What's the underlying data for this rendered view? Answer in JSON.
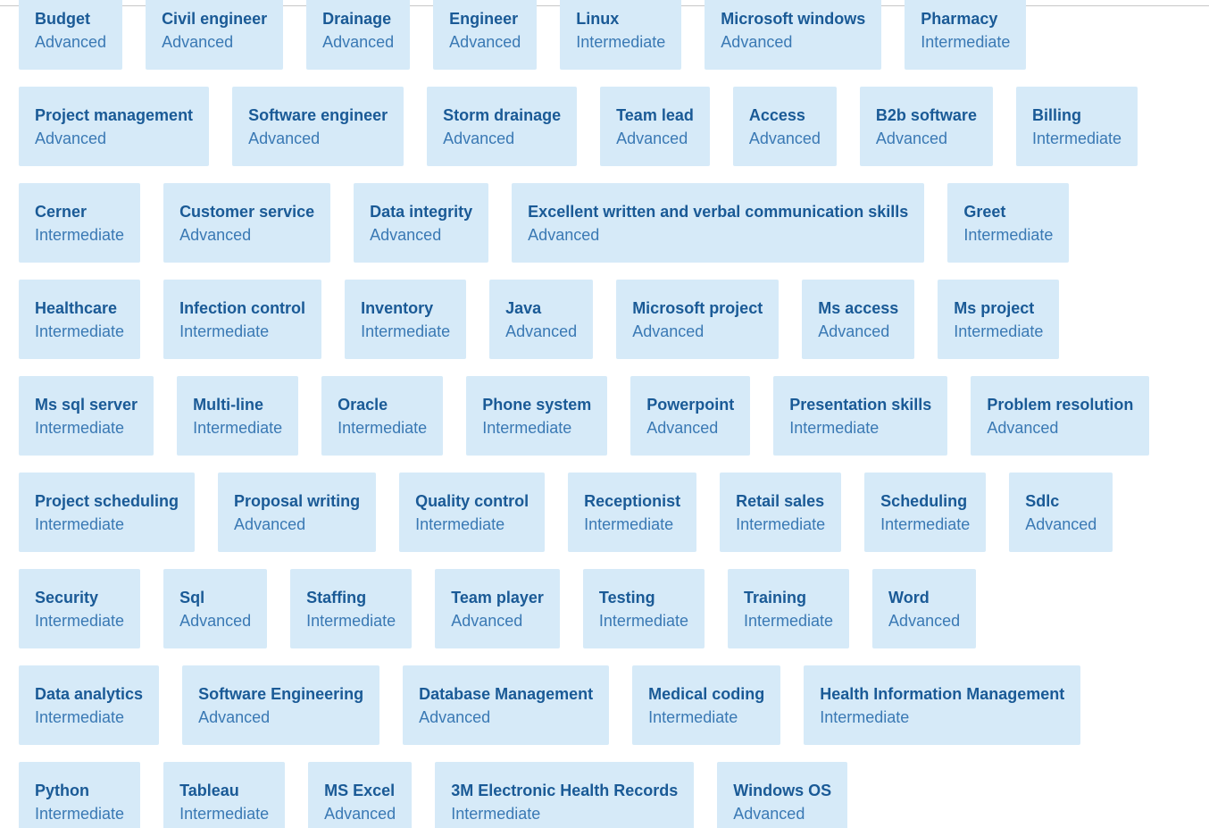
{
  "skills": [
    [
      {
        "name": "Budget",
        "level": "Advanced"
      },
      {
        "name": "Civil engineer",
        "level": "Advanced"
      },
      {
        "name": "Drainage",
        "level": "Advanced"
      },
      {
        "name": "Engineer",
        "level": "Advanced"
      },
      {
        "name": "Linux",
        "level": "Intermediate"
      },
      {
        "name": "Microsoft windows",
        "level": "Advanced"
      },
      {
        "name": "Pharmacy",
        "level": "Intermediate"
      }
    ],
    [
      {
        "name": "Project management",
        "level": "Advanced"
      },
      {
        "name": "Software engineer",
        "level": "Advanced"
      },
      {
        "name": "Storm drainage",
        "level": "Advanced"
      },
      {
        "name": "Team lead",
        "level": "Advanced"
      },
      {
        "name": "Access",
        "level": "Advanced"
      },
      {
        "name": "B2b software",
        "level": "Advanced"
      },
      {
        "name": "Billing",
        "level": "Intermediate"
      }
    ],
    [
      {
        "name": "Cerner",
        "level": "Intermediate"
      },
      {
        "name": "Customer service",
        "level": "Advanced"
      },
      {
        "name": "Data integrity",
        "level": "Advanced"
      },
      {
        "name": "Excellent written and verbal communication skills",
        "level": "Advanced"
      },
      {
        "name": "Greet",
        "level": "Intermediate"
      }
    ],
    [
      {
        "name": "Healthcare",
        "level": "Intermediate"
      },
      {
        "name": "Infection control",
        "level": "Intermediate"
      },
      {
        "name": "Inventory",
        "level": "Intermediate"
      },
      {
        "name": "Java",
        "level": "Advanced"
      },
      {
        "name": "Microsoft project",
        "level": "Advanced"
      },
      {
        "name": "Ms access",
        "level": "Advanced"
      },
      {
        "name": "Ms project",
        "level": "Intermediate"
      }
    ],
    [
      {
        "name": "Ms sql server",
        "level": "Intermediate"
      },
      {
        "name": "Multi-line",
        "level": "Intermediate"
      },
      {
        "name": "Oracle",
        "level": "Intermediate"
      },
      {
        "name": "Phone system",
        "level": "Intermediate"
      },
      {
        "name": "Powerpoint",
        "level": "Advanced"
      },
      {
        "name": "Presentation skills",
        "level": "Intermediate"
      },
      {
        "name": "Problem resolution",
        "level": "Advanced"
      }
    ],
    [
      {
        "name": "Project scheduling",
        "level": "Intermediate"
      },
      {
        "name": "Proposal writing",
        "level": "Advanced"
      },
      {
        "name": "Quality control",
        "level": "Intermediate"
      },
      {
        "name": "Receptionist",
        "level": "Intermediate"
      },
      {
        "name": "Retail sales",
        "level": "Intermediate"
      },
      {
        "name": "Scheduling",
        "level": "Intermediate"
      },
      {
        "name": "Sdlc",
        "level": "Advanced"
      }
    ],
    [
      {
        "name": "Security",
        "level": "Intermediate"
      },
      {
        "name": "Sql",
        "level": "Advanced"
      },
      {
        "name": "Staffing",
        "level": "Intermediate"
      },
      {
        "name": "Team player",
        "level": "Advanced"
      },
      {
        "name": "Testing",
        "level": "Intermediate"
      },
      {
        "name": "Training",
        "level": "Intermediate"
      },
      {
        "name": "Word",
        "level": "Advanced"
      }
    ],
    [
      {
        "name": "Data analytics",
        "level": "Intermediate"
      },
      {
        "name": "Software Engineering",
        "level": "Advanced"
      },
      {
        "name": "Database Management",
        "level": "Advanced"
      },
      {
        "name": "Medical coding",
        "level": "Intermediate"
      },
      {
        "name": "Health Information Management",
        "level": "Intermediate"
      }
    ],
    [
      {
        "name": "Python",
        "level": "Intermediate"
      },
      {
        "name": "Tableau",
        "level": "Intermediate"
      },
      {
        "name": "MS Excel",
        "level": "Advanced"
      },
      {
        "name": "3M Electronic Health Records",
        "level": "Intermediate"
      },
      {
        "name": "Windows OS",
        "level": "Advanced"
      }
    ]
  ]
}
